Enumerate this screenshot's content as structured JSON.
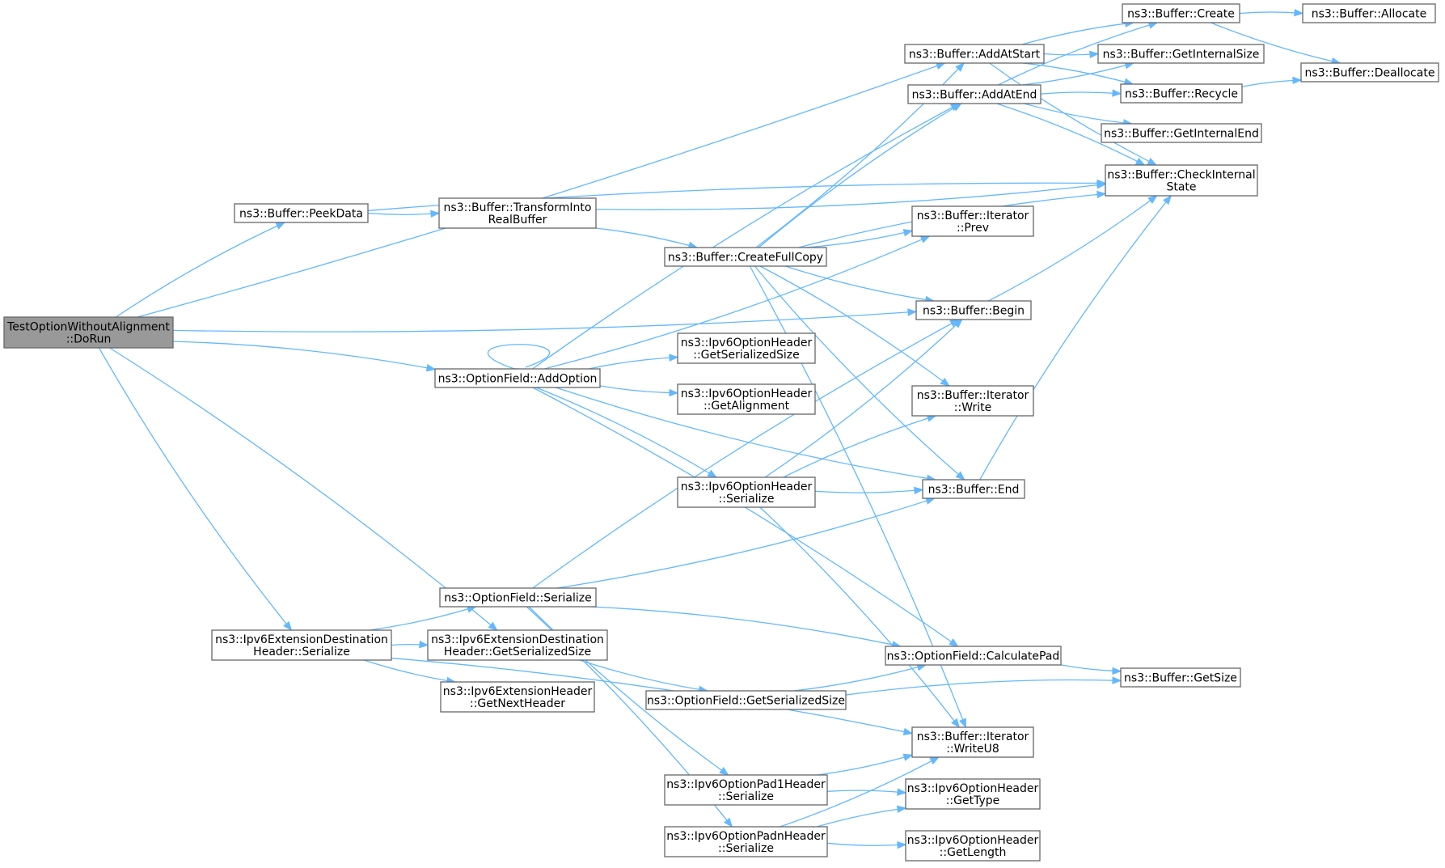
{
  "diagram": {
    "nodes": [
      {
        "id": "dorun",
        "lines": [
          "TestOptionWithoutAlignment",
          "::DoRun"
        ],
        "root": true
      },
      {
        "id": "peekdata",
        "lines": [
          "ns3::Buffer::PeekData"
        ]
      },
      {
        "id": "transform",
        "lines": [
          "ns3::Buffer::TransformInto",
          "RealBuffer"
        ]
      },
      {
        "id": "addoption",
        "lines": [
          "ns3::OptionField::AddOption"
        ]
      },
      {
        "id": "extdest_ser",
        "lines": [
          "ns3::Ipv6ExtensionDestination",
          "Header::Serialize"
        ]
      },
      {
        "id": "extdest_size",
        "lines": [
          "ns3::Ipv6ExtensionDestination",
          "Header::GetSerializedSize"
        ]
      },
      {
        "id": "ext_next",
        "lines": [
          "ns3::Ipv6ExtensionHeader",
          "::GetNextHeader"
        ]
      },
      {
        "id": "of_ser",
        "lines": [
          "ns3::OptionField::Serialize"
        ]
      },
      {
        "id": "of_size",
        "lines": [
          "ns3::OptionField::GetSerializedSize"
        ]
      },
      {
        "id": "createfull",
        "lines": [
          "ns3::Buffer::CreateFullCopy"
        ]
      },
      {
        "id": "oh_size",
        "lines": [
          "ns3::Ipv6OptionHeader",
          "::GetSerializedSize"
        ]
      },
      {
        "id": "oh_align",
        "lines": [
          "ns3::Ipv6OptionHeader",
          "::GetAlignment"
        ]
      },
      {
        "id": "oh_ser",
        "lines": [
          "ns3::Ipv6OptionHeader",
          "::Serialize"
        ]
      },
      {
        "id": "pad1",
        "lines": [
          "ns3::Ipv6OptionPad1Header",
          "::Serialize"
        ]
      },
      {
        "id": "padn",
        "lines": [
          "ns3::Ipv6OptionPadnHeader",
          "::Serialize"
        ]
      },
      {
        "id": "addatstart",
        "lines": [
          "ns3::Buffer::AddAtStart"
        ]
      },
      {
        "id": "addatend",
        "lines": [
          "ns3::Buffer::AddAtEnd"
        ]
      },
      {
        "id": "itprev",
        "lines": [
          "ns3::Buffer::Iterator",
          "::Prev"
        ]
      },
      {
        "id": "begin",
        "lines": [
          "ns3::Buffer::Begin"
        ]
      },
      {
        "id": "itwrite",
        "lines": [
          "ns3::Buffer::Iterator",
          "::Write"
        ]
      },
      {
        "id": "end",
        "lines": [
          "ns3::Buffer::End"
        ]
      },
      {
        "id": "calcpad",
        "lines": [
          "ns3::OptionField::CalculatePad"
        ]
      },
      {
        "id": "writeu8",
        "lines": [
          "ns3::Buffer::Iterator",
          "::WriteU8"
        ]
      },
      {
        "id": "gettype",
        "lines": [
          "ns3::Ipv6OptionHeader",
          "::GetType"
        ]
      },
      {
        "id": "getlength",
        "lines": [
          "ns3::Ipv6OptionHeader",
          "::GetLength"
        ]
      },
      {
        "id": "create",
        "lines": [
          "ns3::Buffer::Create"
        ]
      },
      {
        "id": "getinternalsize",
        "lines": [
          "ns3::Buffer::GetInternalSize"
        ]
      },
      {
        "id": "recycle",
        "lines": [
          "ns3::Buffer::Recycle"
        ]
      },
      {
        "id": "getinternalend",
        "lines": [
          "ns3::Buffer::GetInternalEnd"
        ]
      },
      {
        "id": "checkinternal",
        "lines": [
          "ns3::Buffer::CheckInternal",
          "State"
        ]
      },
      {
        "id": "getsize",
        "lines": [
          "ns3::Buffer::GetSize"
        ]
      },
      {
        "id": "allocate",
        "lines": [
          "ns3::Buffer::Allocate"
        ]
      },
      {
        "id": "deallocate",
        "lines": [
          "ns3::Buffer::Deallocate"
        ]
      }
    ],
    "edges": [
      [
        "dorun",
        "addatstart"
      ],
      [
        "dorun",
        "peekdata"
      ],
      [
        "dorun",
        "begin"
      ],
      [
        "dorun",
        "addoption"
      ],
      [
        "dorun",
        "extdest_ser"
      ],
      [
        "dorun",
        "extdest_size"
      ],
      [
        "peekdata",
        "transform"
      ],
      [
        "peekdata",
        "checkinternal"
      ],
      [
        "transform",
        "checkinternal"
      ],
      [
        "transform",
        "createfull"
      ],
      [
        "addoption",
        "addoption"
      ],
      [
        "addoption",
        "addatend"
      ],
      [
        "addoption",
        "itprev"
      ],
      [
        "addoption",
        "oh_size"
      ],
      [
        "addoption",
        "oh_align"
      ],
      [
        "addoption",
        "oh_ser"
      ],
      [
        "addoption",
        "end"
      ],
      [
        "addoption",
        "calcpad"
      ],
      [
        "createfull",
        "addatstart"
      ],
      [
        "createfull",
        "addatend"
      ],
      [
        "createfull",
        "itprev"
      ],
      [
        "createfull",
        "checkinternal"
      ],
      [
        "createfull",
        "begin"
      ],
      [
        "createfull",
        "itwrite"
      ],
      [
        "createfull",
        "end"
      ],
      [
        "createfull",
        "writeu8"
      ],
      [
        "oh_ser",
        "begin"
      ],
      [
        "oh_ser",
        "itwrite"
      ],
      [
        "oh_ser",
        "end"
      ],
      [
        "oh_ser",
        "writeu8"
      ],
      [
        "extdest_ser",
        "of_ser"
      ],
      [
        "extdest_ser",
        "extdest_size"
      ],
      [
        "extdest_ser",
        "ext_next"
      ],
      [
        "extdest_ser",
        "writeu8"
      ],
      [
        "extdest_size",
        "of_size"
      ],
      [
        "of_ser",
        "begin"
      ],
      [
        "of_ser",
        "end"
      ],
      [
        "of_ser",
        "calcpad"
      ],
      [
        "of_ser",
        "pad1"
      ],
      [
        "of_ser",
        "padn"
      ],
      [
        "of_size",
        "calcpad"
      ],
      [
        "of_size",
        "getsize"
      ],
      [
        "pad1",
        "writeu8"
      ],
      [
        "pad1",
        "gettype"
      ],
      [
        "padn",
        "writeu8"
      ],
      [
        "padn",
        "gettype"
      ],
      [
        "padn",
        "getlength"
      ],
      [
        "addatstart",
        "create"
      ],
      [
        "addatstart",
        "getinternalsize"
      ],
      [
        "addatstart",
        "recycle"
      ],
      [
        "addatstart",
        "checkinternal"
      ],
      [
        "addatend",
        "create"
      ],
      [
        "addatend",
        "getinternalsize"
      ],
      [
        "addatend",
        "recycle"
      ],
      [
        "addatend",
        "getinternalend"
      ],
      [
        "addatend",
        "checkinternal"
      ],
      [
        "begin",
        "checkinternal"
      ],
      [
        "end",
        "checkinternal"
      ],
      [
        "calcpad",
        "getsize"
      ],
      [
        "create",
        "allocate"
      ],
      [
        "create",
        "deallocate"
      ],
      [
        "recycle",
        "deallocate"
      ]
    ]
  }
}
